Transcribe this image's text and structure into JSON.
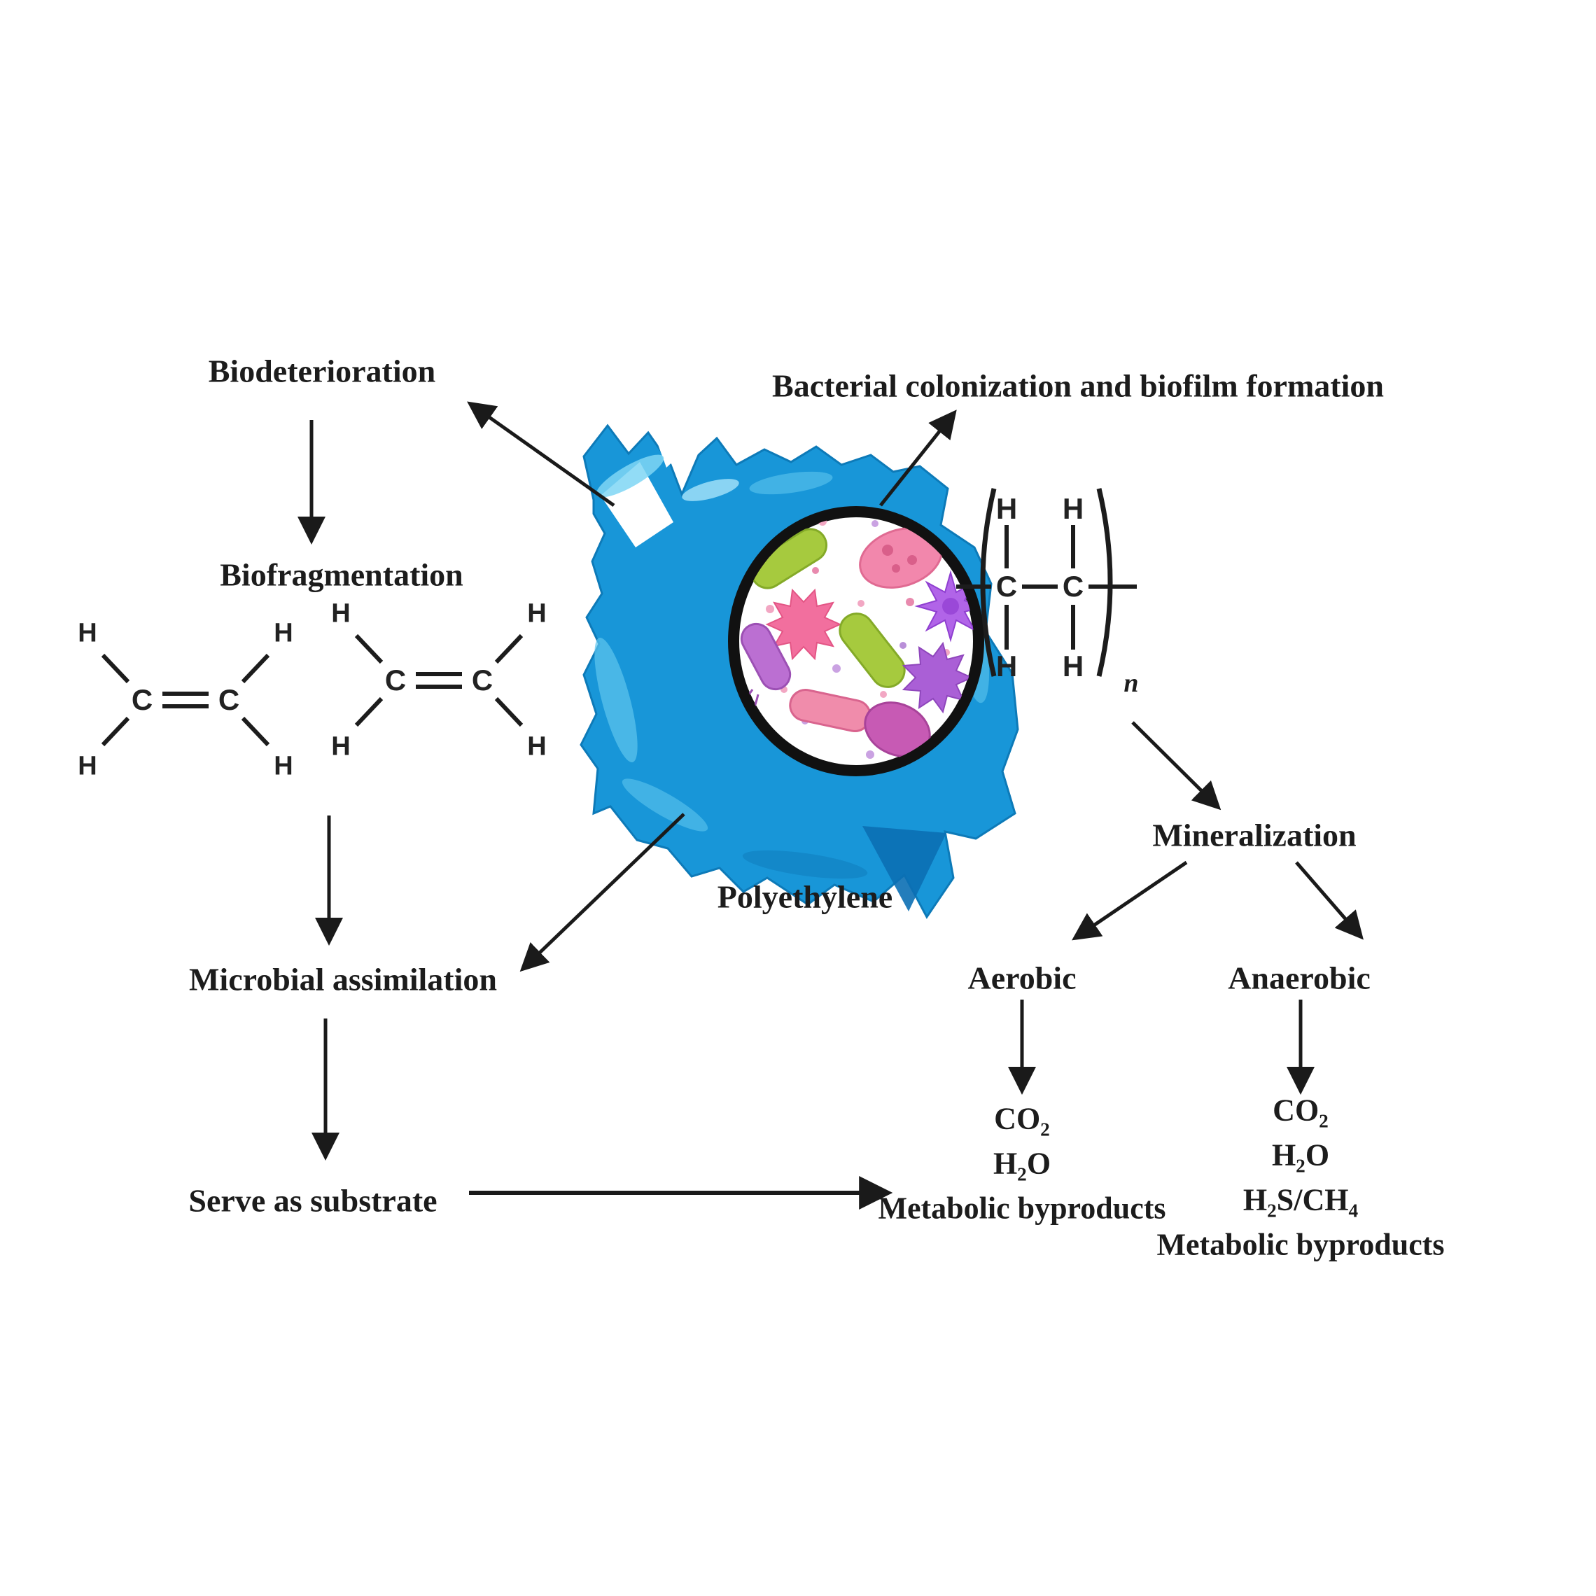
{
  "diagram": {
    "nodes": {
      "biodeterioration": "Biodeterioration",
      "biofragmentation": "Biofragmentation",
      "microbial_assimilation": "Microbial assimilation",
      "serve_as_substrate": "Serve as substrate",
      "bacterial_colonization": "Bacterial colonization and biofilm formation",
      "polyethylene": "Polyethylene",
      "mineralization": "Mineralization",
      "aerobic": "Aerobic",
      "anaerobic": "Anaerobic"
    },
    "aerobic_products": [
      "CO_{2}",
      "H_{2}O",
      "Metabolic byproducts"
    ],
    "anaerobic_products": [
      "CO_{2}",
      "H_{2}O",
      "H_{2}S/CH_{4}",
      "Metabolic byproducts"
    ],
    "chem": {
      "carbon": "C",
      "hydrogen": "H",
      "repeat_subscript": "n"
    },
    "colors": {
      "arrow": "#1a1a1a",
      "text": "#1c1c1c",
      "bag_blue": "#1896d8",
      "bag_dark": "#0b6fb4",
      "bag_light": "#7fd6f5",
      "microbe_green": "#a6ca3e",
      "microbe_pink": "#f287ac",
      "microbe_pink_star": "#f26f9e",
      "microbe_purple": "#b164e8",
      "microbe_blob": "#aa5fd6",
      "microbe_violet": "#bb6fd2",
      "microbe_rod_pink": "#f08cab",
      "microbe_magenta": "#c75ab4"
    }
  }
}
